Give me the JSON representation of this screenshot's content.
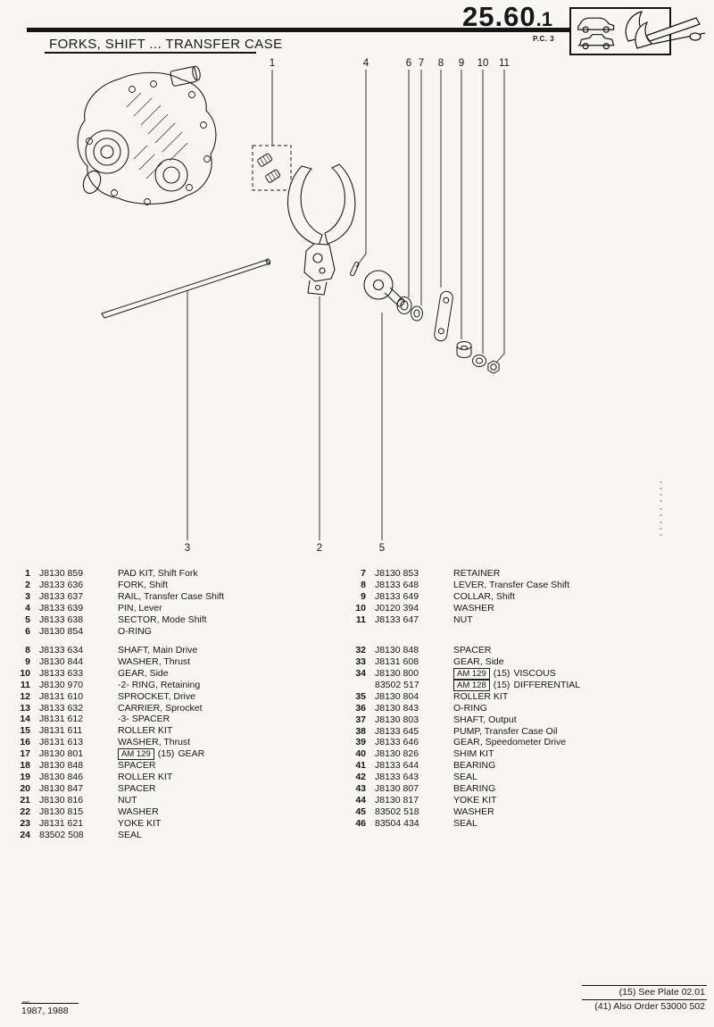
{
  "header": {
    "plate_number_main": "25.60",
    "plate_number_suffix": ".1",
    "pc_label": "P.C. 3",
    "title": "FORKS, SHIFT ... TRANSFER CASE"
  },
  "diagram": {
    "callouts": {
      "c1": "1",
      "c4": "4",
      "c6": "6",
      "c7": "7",
      "c8": "8",
      "c9": "9",
      "c10": "10",
      "c11": "11",
      "b3": "3",
      "b2": "2",
      "b5": "5"
    }
  },
  "parts_list": {
    "upper_left": [
      {
        "item": "1",
        "part": "J8130 859",
        "desc": "PAD KIT, Shift Fork"
      },
      {
        "item": "2",
        "part": "J8133 636",
        "desc": "FORK, Shift"
      },
      {
        "item": "3",
        "part": "J8133 637",
        "desc": "RAIL, Transfer Case Shift"
      },
      {
        "item": "4",
        "part": "J8133 639",
        "desc": "PIN, Lever"
      },
      {
        "item": "5",
        "part": "J8133 638",
        "desc": "SECTOR, Mode Shift"
      },
      {
        "item": "6",
        "part": "J8130 854",
        "desc": "O-RING"
      }
    ],
    "upper_right": [
      {
        "item": "7",
        "part": "J8130 853",
        "desc": "RETAINER"
      },
      {
        "item": "8",
        "part": "J8133 648",
        "desc": "LEVER, Transfer Case Shift"
      },
      {
        "item": "9",
        "part": "J8133 649",
        "desc": "COLLAR, Shift"
      },
      {
        "item": "10",
        "part": "J0120 394",
        "desc": "WASHER"
      },
      {
        "item": "11",
        "part": "J8133 647",
        "desc": "NUT"
      }
    ],
    "lower_left": [
      {
        "item": "8",
        "part": "J8133 634",
        "desc": "SHAFT, Main Drive"
      },
      {
        "item": "9",
        "part": "J8130 844",
        "desc": "WASHER, Thrust"
      },
      {
        "item": "10",
        "part": "J8133 633",
        "desc": "GEAR, Side"
      },
      {
        "item": "11",
        "part": "J8130 970",
        "desc": "-2- RING, Retaining"
      },
      {
        "item": "12",
        "part": "J8131 610",
        "desc": "SPROCKET, Drive"
      },
      {
        "item": "13",
        "part": "J8133 632",
        "desc": "CARRIER, Sprocket"
      },
      {
        "item": "14",
        "part": "J8131 612",
        "desc": "-3- SPACER"
      },
      {
        "item": "15",
        "part": "J8131 611",
        "desc": "ROLLER KIT"
      },
      {
        "item": "16",
        "part": "J8131 613",
        "desc": "WASHER, Thrust"
      },
      {
        "item": "17",
        "part": "J8130 801",
        "box": "AM 129",
        "note": "(15)",
        "desc": "GEAR"
      },
      {
        "item": "18",
        "part": "J8130 848",
        "desc": "SPACER"
      },
      {
        "item": "19",
        "part": "J8130 846",
        "desc": "ROLLER KIT"
      },
      {
        "item": "20",
        "part": "J8130 847",
        "desc": "SPACER"
      },
      {
        "item": "21",
        "part": "J8130 816",
        "desc": "NUT"
      },
      {
        "item": "22",
        "part": "J8130 815",
        "desc": "WASHER"
      },
      {
        "item": "23",
        "part": "J8131 621",
        "desc": "YOKE KIT"
      },
      {
        "item": "24",
        "part": "83502 508",
        "desc": "SEAL"
      }
    ],
    "lower_right": [
      {
        "item": "32",
        "part": "J8130 848",
        "desc": "SPACER"
      },
      {
        "item": "33",
        "part": "J8131 608",
        "desc": "GEAR, Side"
      },
      {
        "item": "34",
        "part": "J8130 800",
        "box": "AM 129",
        "note": "(15)",
        "desc": "VISCOUS"
      },
      {
        "item": "",
        "part": "83502 517",
        "box": "AM 128",
        "note": "(15)",
        "desc": "DIFFERENTIAL"
      },
      {
        "item": "35",
        "part": "J8130 804",
        "desc": "ROLLER KIT"
      },
      {
        "item": "36",
        "part": "J8130 843",
        "desc": "O-RING"
      },
      {
        "item": "37",
        "part": "J8130 803",
        "desc": "SHAFT, Output"
      },
      {
        "item": "38",
        "part": "J8133 645",
        "desc": "PUMP, Transfer Case Oil"
      },
      {
        "item": "39",
        "part": "J8133 646",
        "desc": "GEAR, Speedometer Drive"
      },
      {
        "item": "40",
        "part": "J8130 826",
        "desc": "SHIM KIT"
      },
      {
        "item": "41",
        "part": "J8133 644",
        "desc": "BEARING"
      },
      {
        "item": "42",
        "part": "J8133 643",
        "desc": "SEAL"
      },
      {
        "item": "43",
        "part": "J8130 807",
        "desc": "BEARING"
      },
      {
        "item": "44",
        "part": "J8130 817",
        "desc": "YOKE KIT"
      },
      {
        "item": "45",
        "part": "83502 518",
        "desc": "WASHER"
      },
      {
        "item": "46",
        "part": "83504 434",
        "desc": "SEAL"
      }
    ]
  },
  "footer": {
    "left": "1987, 1988",
    "notes": [
      "(15) See Plate 02.01",
      "(41) Also Order 53000 502"
    ]
  }
}
